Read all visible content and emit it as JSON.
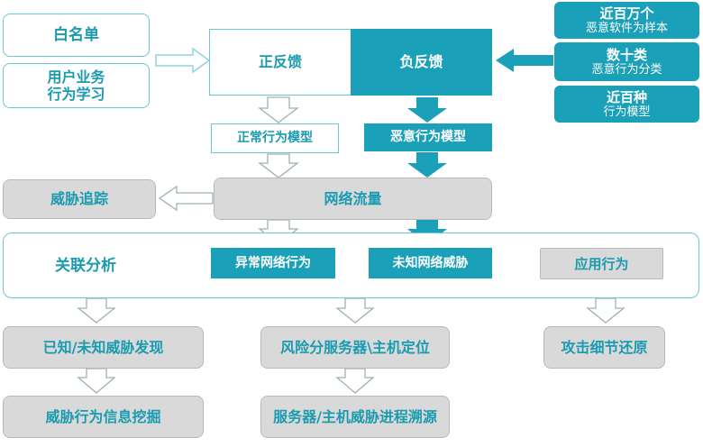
{
  "left_inputs": {
    "whitelist": "白名单",
    "user_behavior_learning": [
      "用户业务",
      "行为学习"
    ]
  },
  "feedback": {
    "positive": "正反馈",
    "negative": "负反馈"
  },
  "right_samples": [
    {
      "title": "近百万个",
      "subtitle": "恶意软件为样本"
    },
    {
      "title": "数十类",
      "subtitle": "恶意行为分类"
    },
    {
      "title": "近百种",
      "subtitle": "行为模型"
    }
  ],
  "models": {
    "normal": "正常行为模型",
    "malicious": "恶意行为模型"
  },
  "network_traffic": "网络流量",
  "threat_tracking": "威胁追踪",
  "correlation": {
    "label": "关联分析",
    "anomalous_behavior": "异常网络行为",
    "unknown_threat": "未知网络威胁",
    "app_behavior": "应用行为"
  },
  "outputs": {
    "known_unknown_threat": "已知/未知威胁发现",
    "threat_info_mining": "威胁行为信息挖掘",
    "risk_server_locate": "风险分服务器\\主机定位",
    "server_trace": "服务器/主机威胁进程溯源",
    "attack_restore": "攻击细节还原"
  },
  "colors": {
    "teal": "#1aa0b8",
    "teal_border": "#6cc6d6",
    "grey": "#d9d9d9"
  }
}
